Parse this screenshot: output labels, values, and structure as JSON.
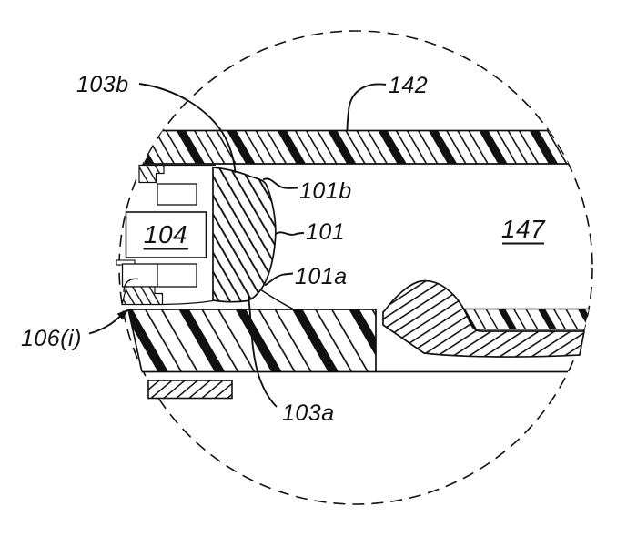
{
  "figure": {
    "colors": {
      "ink": "#111111",
      "background": "#ffffff"
    },
    "labels": {
      "n103b": "103b",
      "n142": "142",
      "n101b": "101b",
      "n101": "101",
      "n101a": "101a",
      "n104": "104",
      "n147": "147",
      "n106i": "106(i)",
      "n103a": "103a"
    }
  }
}
